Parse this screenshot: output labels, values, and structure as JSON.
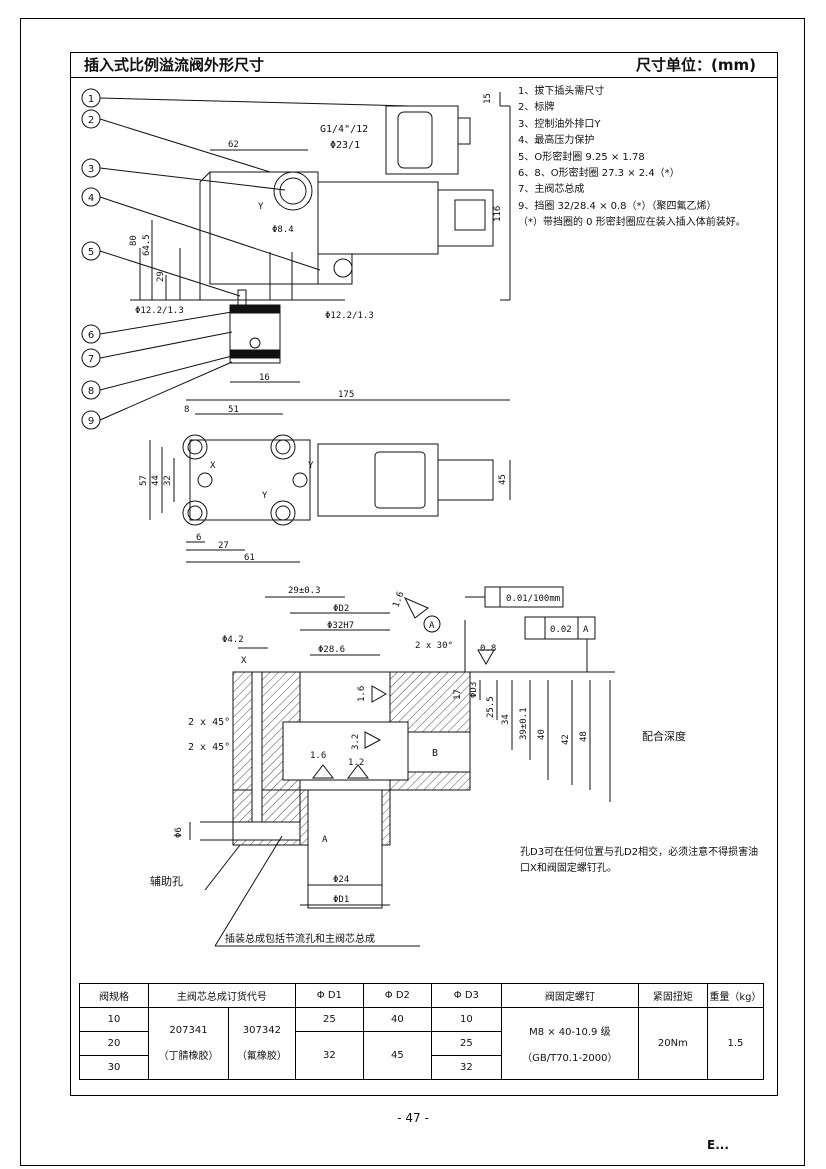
{
  "header": {
    "title": "插入式比例溢流阀外形尺寸",
    "unit": "尺寸单位：(mm)"
  },
  "notes": [
    "1、拔下插头需尺寸",
    "2、标牌",
    "3、控制油外排口Y",
    "4、最高压力保护",
    "5、O形密封圈 9.25 × 1.78",
    "6、8、O形密封圈 27.3 × 2.4（*）",
    "7、主阀芯总成",
    "9、挡圈 32/28.4 × 0.8（*）（聚四氟乙烯）",
    "（*）带挡圈的 0 形密封圈应在装入插入体前装好。"
  ],
  "callouts": [
    "1",
    "2",
    "3",
    "4",
    "5",
    "6",
    "7",
    "8",
    "9"
  ],
  "side_view_dims": {
    "d_15": "15",
    "d_116": "116",
    "d_62": "62",
    "g_port": "G1/4\"/12",
    "phi_23": "Φ23/1",
    "d_80": "80",
    "d_64_5": "64.5",
    "d_29": "29",
    "phi_8_4": "Φ8.4",
    "phi_12_2_left": "Φ12.2/1.3",
    "phi_12_2_right": "Φ12.2/1.3",
    "d_16": "16",
    "y": "Y"
  },
  "top_view_dims": {
    "d_175": "175",
    "d_8": "8",
    "d_51": "51",
    "d_57": "57",
    "d_44": "44",
    "d_32": "32",
    "d_45": "45",
    "d_6": "6",
    "d_27": "27",
    "d_61": "61",
    "x": "X",
    "y1": "Y",
    "y2": "Y"
  },
  "section_dims": {
    "d_29_3": "29±0.3",
    "phi_d2": "ΦD2",
    "phi_32h7": "Φ32H7",
    "phi_4_2": "Φ4.2",
    "phi_28_6": "Φ28.6",
    "chamfer_2x30": "2 x 30°",
    "x": "X",
    "a_circle": "A",
    "r_1_6_top": "1.6",
    "r_0_8": "0.8",
    "tol_flat": "0.01/100mm",
    "tol_perp": "0.02",
    "tol_perp_ref": "A",
    "chamfer_2x45_a": "2 x 45°",
    "chamfer_2x45_b": "2 x 45°",
    "phi_d3": "ΦD3",
    "d_17": "17",
    "d_25_5": "25.5",
    "d_34": "34",
    "d_39": "39±0.1",
    "d_40": "40",
    "d_42": "42",
    "d_48": "48",
    "b": "B",
    "r_1_6_left": "1.6",
    "r_3_2": "3.2",
    "r_1_2": "1.2",
    "phi_6": "Φ6",
    "a_label": "A",
    "phi_24": "Φ24",
    "phi_d1": "ΦD1",
    "r_1_6_slant": "1.6"
  },
  "labels": {
    "depth": "配合深度",
    "d3_note": "孔D3可在任何位置与孔D2相交，必须注意不得损害油口X和阀固定螺钉孔。",
    "aux_hole": "辅助孔",
    "insert_note": "插装总成包括节流孔和主阀芯总成"
  },
  "table": {
    "headers": [
      "阀规格",
      "主阀芯总成订货代号",
      "Φ D1",
      "Φ D2",
      "Φ D3",
      "阀固定螺钉",
      "紧固扭矩",
      "重量（kg）"
    ],
    "sizes": [
      "10",
      "20",
      "30"
    ],
    "code_a": "207341",
    "code_a_note": "（丁腈橡胶）",
    "code_b": "307342",
    "code_b_note": "（氟橡胶）",
    "d1": [
      "25",
      "32"
    ],
    "d2": [
      "40",
      "45"
    ],
    "d3": [
      "10",
      "25",
      "32"
    ],
    "screw": "M8 × 40-10.9 级",
    "screw_std": "（GB/T70.1-2000）",
    "torque": "20Nm",
    "weight": "1.5"
  },
  "footer": {
    "page": "- 47 -",
    "mark": "E..."
  }
}
